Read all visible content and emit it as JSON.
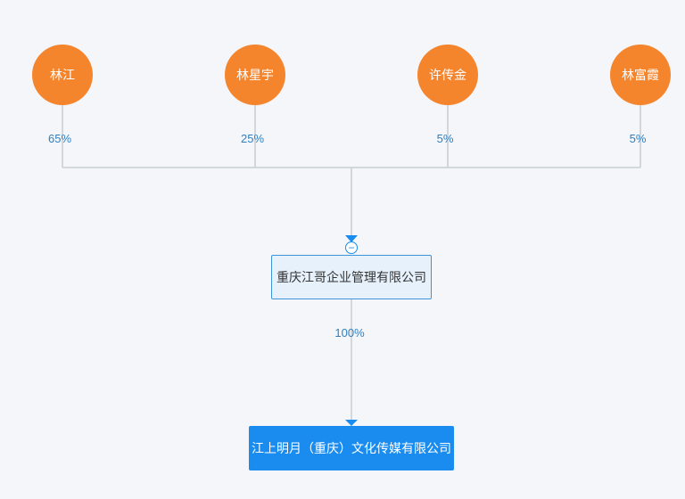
{
  "shareholders": [
    {
      "name": "林江",
      "share": "65%"
    },
    {
      "name": "林星宇",
      "share": "25%"
    },
    {
      "name": "许传金",
      "share": "5%"
    },
    {
      "name": "林富霞",
      "share": "5%"
    }
  ],
  "holding_company": {
    "name": "重庆江哥企业管理有限公司",
    "share": "100%"
  },
  "target_company": {
    "name": "江上明月（重庆）文化传媒有限公司"
  },
  "collapse_symbol": "−",
  "colors": {
    "shareholder_fill": "#f5852d",
    "line": "#c8cdd3",
    "accent": "#1a8cf0",
    "percent": "#2f7fc1"
  }
}
